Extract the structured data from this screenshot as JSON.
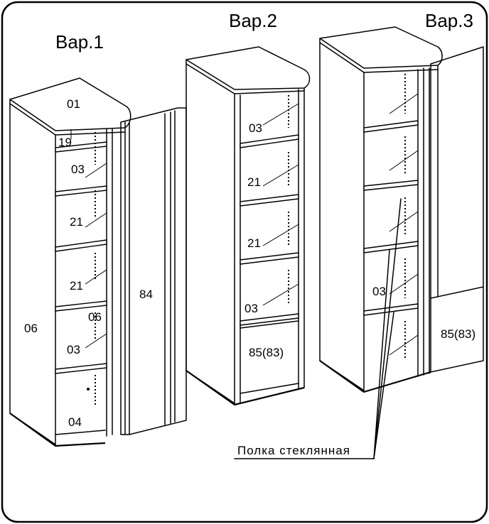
{
  "variants": [
    {
      "title": "Вар.1",
      "labels": {
        "top": "01",
        "small": "19",
        "shelf1": "03",
        "shelf2": "21",
        "shelf3": "21",
        "side_inner": "06",
        "side": "06",
        "shelf4": "03",
        "base": "04",
        "door": "84"
      }
    },
    {
      "title": "Вар.2",
      "labels": {
        "shelf1": "03",
        "shelf2": "21",
        "shelf3": "21",
        "shelf4": "03",
        "door": "85(83)"
      }
    },
    {
      "title": "Вар.3",
      "labels": {
        "shelf": "03",
        "door": "85(83)"
      }
    }
  ],
  "callout": {
    "text": "Полка  стеклянная"
  }
}
